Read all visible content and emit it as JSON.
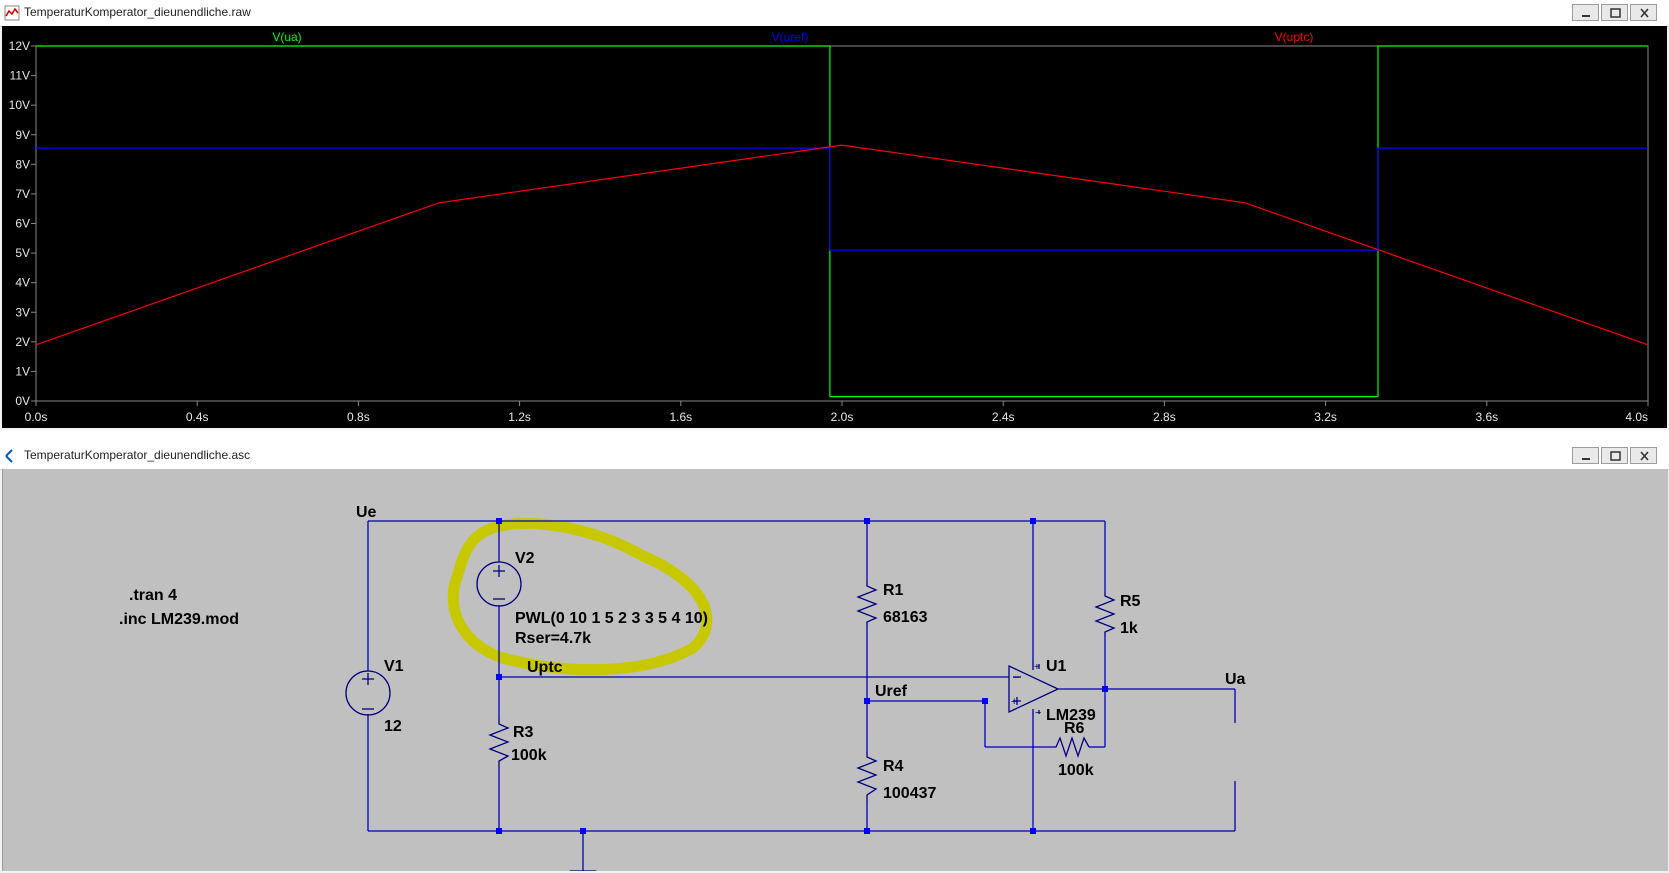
{
  "waveform_window": {
    "title": "TemperaturKomperator_dieunendliche.raw",
    "buttons": [
      "minimize",
      "restore",
      "close"
    ]
  },
  "schematic_window": {
    "title": "TemperaturKomperator_dieunendliche.asc",
    "buttons": [
      "minimize",
      "restore",
      "close"
    ]
  },
  "chart_data": {
    "type": "line",
    "title": "",
    "xlabel": "",
    "ylabel": "",
    "xlim": [
      0,
      4
    ],
    "ylim": [
      0,
      12
    ],
    "x_ticks": [
      "0.0s",
      "0.4s",
      "0.8s",
      "1.2s",
      "1.6s",
      "2.0s",
      "2.4s",
      "2.8s",
      "3.2s",
      "3.6s",
      "4.0s"
    ],
    "y_ticks": [
      "0V",
      "1V",
      "2V",
      "3V",
      "4V",
      "5V",
      "6V",
      "7V",
      "8V",
      "9V",
      "10V",
      "11V",
      "12V"
    ],
    "grid": false,
    "background": "#000000",
    "series": [
      {
        "name": "V(ua)",
        "color": "#00ff00",
        "x": [
          0,
          1.97,
          1.97,
          3.33,
          3.33,
          4.0
        ],
        "y": [
          12,
          12,
          0.15,
          0.15,
          12,
          12
        ]
      },
      {
        "name": "V(uref)",
        "color": "#0000ff",
        "x": [
          0,
          1.97,
          1.97,
          3.33,
          3.33,
          4.0
        ],
        "y": [
          8.55,
          8.55,
          5.1,
          5.1,
          8.55,
          8.55
        ]
      },
      {
        "name": "V(uptc)",
        "color": "#ff0000",
        "x": [
          0,
          1.0,
          2.0,
          3.0,
          4.0
        ],
        "y": [
          1.9,
          6.7,
          8.65,
          6.7,
          1.9
        ]
      }
    ]
  },
  "schematic": {
    "directives": [
      ".tran 4",
      ".inc LM239.mod"
    ],
    "nets": {
      "ue": "Ue",
      "uptc": "Uptc",
      "uref": "Uref",
      "ua": "Ua"
    },
    "v1": {
      "name": "V1",
      "value": "12"
    },
    "v2": {
      "name": "V2",
      "value": "PWL(0 10 1 5 2 3 3 5 4 10)",
      "rser": "Rser=4.7k"
    },
    "r1": {
      "name": "R1",
      "value": "68163"
    },
    "r3": {
      "name": "R3",
      "value": "100k"
    },
    "r4": {
      "name": "R4",
      "value": "100437"
    },
    "r5": {
      "name": "R5",
      "value": "1k"
    },
    "r6": {
      "name": "R6",
      "value": "100k"
    },
    "u1": {
      "name": "U1",
      "value": "LM239"
    },
    "colors": {
      "wire": "#0000b8",
      "component": "#000080",
      "junction": "#0000ff",
      "highlight": "#c8c800",
      "canvas": "#c0c0c0"
    }
  }
}
